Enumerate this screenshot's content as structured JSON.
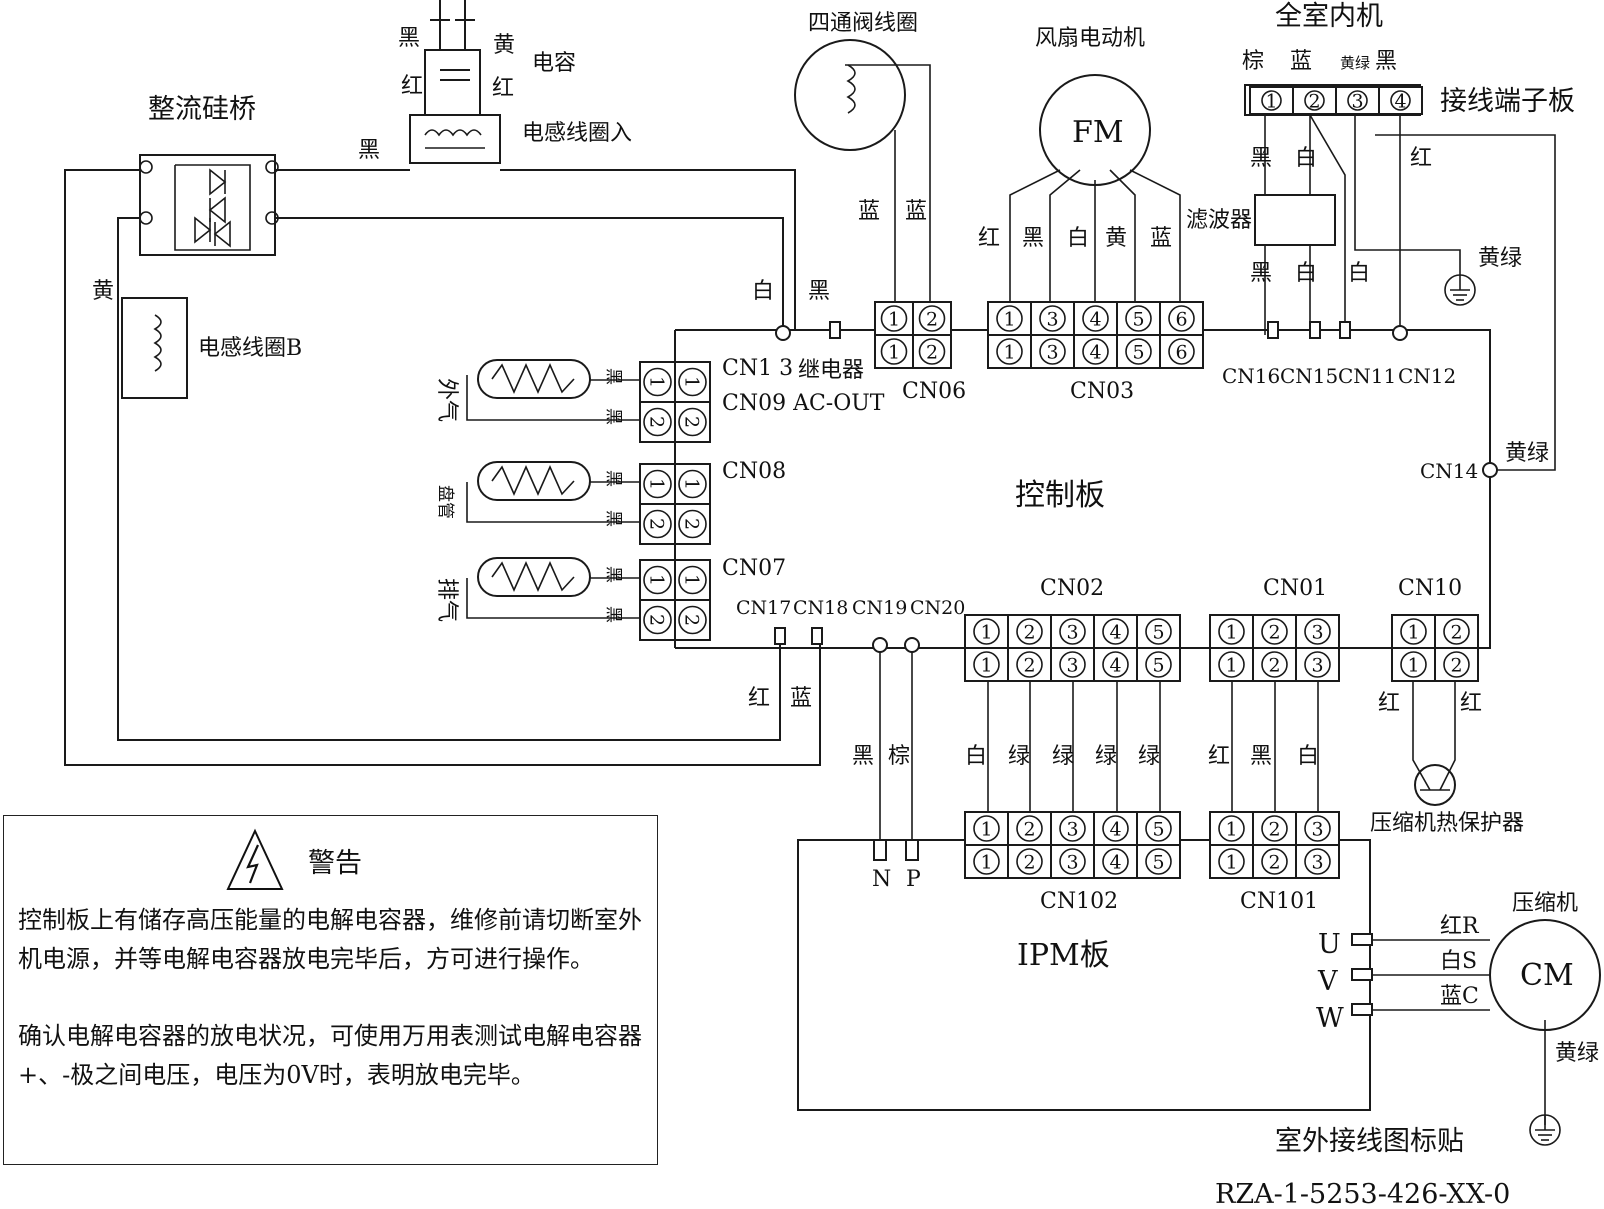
{
  "labels": {
    "rectifier": "整流硅桥",
    "capacitor": "电容",
    "cap_black": "黑",
    "cap_yellow": "黄",
    "cap_red1": "红",
    "cap_red2": "红",
    "inductor_a": "电感线圈入",
    "inductor_b": "电感线圈B",
    "wire_black_top": "黑",
    "wire_yellow_left": "黄",
    "four_way_valve": "四通阀线圈",
    "fan_motor": "风扇电动机",
    "fm": "FM",
    "indoor_unit": "全室内机",
    "terminal_board": "接线端子板",
    "term_brown": "棕",
    "term_blue": "蓝",
    "term_yg": "黄绿",
    "term_black": "黑",
    "filter": "滤波器",
    "f_black1": "黑",
    "f_white1": "白",
    "f_black2": "黑",
    "f_white2": "白",
    "f_white3": "白",
    "f_red": "红",
    "yellow_green1": "黄绿",
    "yellow_green2": "黄绿",
    "yellow_green3": "黄绿",
    "valve_blue1": "蓝",
    "valve_blue2": "蓝",
    "fm_red": "红",
    "fm_black": "黑",
    "fm_white": "白",
    "fm_yellow": "黄",
    "fm_blue": "蓝",
    "ctrl_white": "白",
    "ctrl_black": "黑",
    "cn13": "CN1 3",
    "relay": "继电器",
    "cn09": "CN09 AC-OUT",
    "cn06": "CN06",
    "cn03": "CN03",
    "cn16": "CN16",
    "cn15": "CN15",
    "cn11": "CN11",
    "cn12": "CN12",
    "cn14": "CN14",
    "cn08": "CN08",
    "cn07": "CN07",
    "control_board": "控制板",
    "sensor_outside": "外气",
    "sensor_coil": "盘管",
    "sensor_exhaust": "排气",
    "sensor_black": "黑",
    "cn17": "CN17",
    "cn18": "CN18",
    "cn19": "CN19",
    "cn20": "CN20",
    "cn02": "CN02",
    "cn01": "CN01",
    "cn10": "CN10",
    "w_red": "红",
    "w_blue": "蓝",
    "w_black": "黑",
    "w_brown": "棕",
    "c02_white": "白",
    "c02_green": "绿",
    "c01_red": "红",
    "c01_black": "黑",
    "c01_white": "白",
    "c10_red": "红",
    "protector": "压缩机热保护器",
    "n": "N",
    "p": "P",
    "cn102": "CN102",
    "cn101": "CN101",
    "ipm": "IPM板",
    "u": "U",
    "v": "V",
    "w": "W",
    "red_r": "红R",
    "white_s": "白S",
    "blue_c": "蓝C",
    "compressor": "压缩机",
    "cm": "CM",
    "sticker": "室外接线图标贴",
    "code": "RZA-1-5253-426-XX-0"
  },
  "warning": {
    "title": "警告",
    "p1": "控制板上有储存高压能量的电解电容器，维修前请切断室外机电源，并等电解电容器放电完毕后，方可进行操作。",
    "p2": "确认电解电容器的放电状况，可使用万用表测试电解电容器+、-极之间电压，电压为0V时，表明放电完毕。"
  },
  "pins": {
    "cn06": [
      "1",
      "2"
    ],
    "cn03": [
      "1",
      "3",
      "4",
      "5",
      "6"
    ],
    "terminal": [
      "1",
      "2",
      "3",
      "4"
    ],
    "cn02": [
      "1",
      "2",
      "3",
      "4",
      "5"
    ],
    "cn01": [
      "1",
      "2",
      "3"
    ],
    "cn10": [
      "1",
      "2"
    ],
    "sensor": [
      "1",
      "2"
    ]
  }
}
